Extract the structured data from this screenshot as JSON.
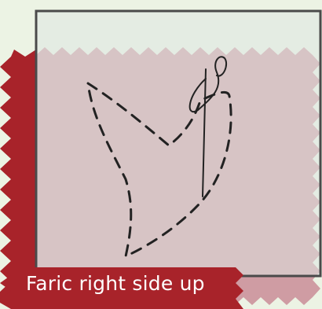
{
  "caption": "Faric right side up",
  "colors": {
    "background": "#ecf3e4",
    "fabric_wrong_side": "#a8232a",
    "fabric_right_side": "#cf9ca3",
    "paper_overlay": "#dfe6e1",
    "paper_border": "#4a4a4a",
    "stitch_line": "#222222",
    "caption_text": "#ffffff"
  },
  "icons": {
    "fabric": "pinked-fabric-swatch",
    "template": "paper-template",
    "stitching": "dashed-basting-stitches",
    "needle": "needle-and-thread"
  }
}
